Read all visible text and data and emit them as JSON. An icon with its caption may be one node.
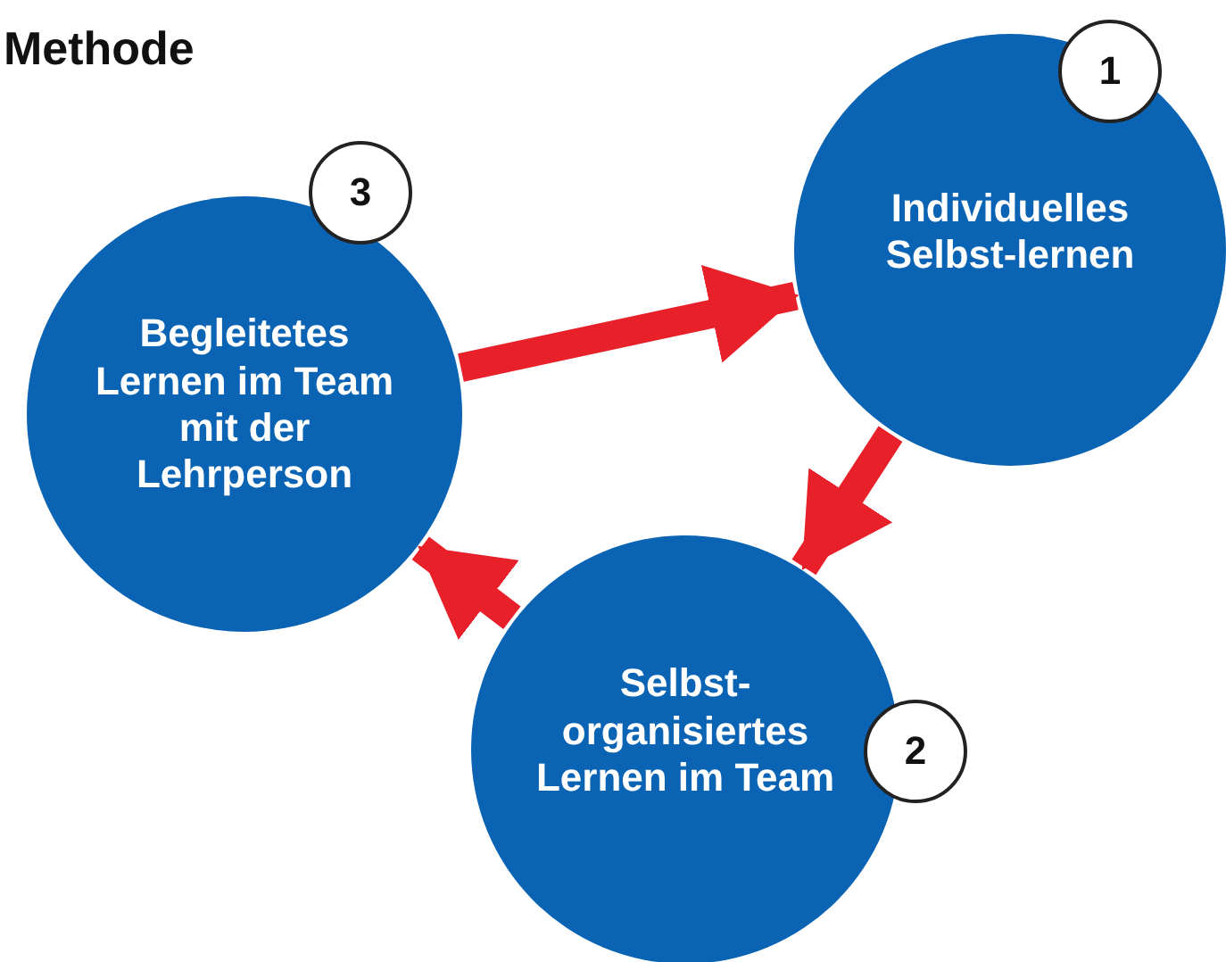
{
  "diagram": {
    "title": "Methode",
    "nodes": [
      {
        "text": [
          "Begleitetes Lernen im Team mit der Lehrperson"
        ]
      },
      {
        "text": [
          "3"
        ]
      },
      {
        "text": [
          "Individuelles Selbst-lernen"
        ]
      },
      {
        "text": [
          "1"
        ]
      },
      {
        "text": [
          "Selbst-organisiertes Lernen im Team"
        ]
      },
      {
        "text": [
          "2"
        ]
      }
    ],
    "edges": [
      {
        "from": 0,
        "to": 2,
        "arrow": "to"
      },
      {
        "from": 2,
        "to": 4,
        "arrow": "to"
      },
      {
        "from": 4,
        "to": 0,
        "arrow": "to"
      }
    ]
  }
}
